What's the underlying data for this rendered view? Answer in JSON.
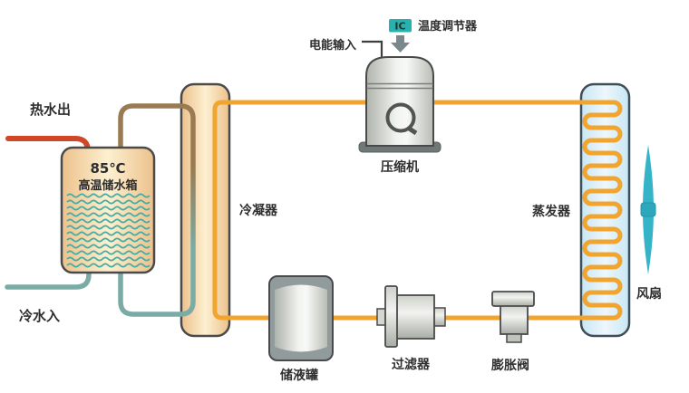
{
  "diagram": {
    "type": "heat-pump-water-heater-schematic",
    "labels": {
      "hot_water_out": "热水出",
      "cold_water_in": "冷水入",
      "tank_temperature": "85℃",
      "tank_name": "高温储水箱",
      "condenser": "冷凝器",
      "power_input": "电能输入",
      "ic_chip": "IC",
      "temperature_controller": "温度调节器",
      "compressor": "压缩机",
      "evaporator": "蒸发器",
      "fan": "风扇",
      "liquid_receiver": "储液罐",
      "filter": "过滤器",
      "expansion_valve": "膨胀阀"
    },
    "colors": {
      "hot_water_pipe": "#d04727",
      "cold_water_pipe": "#7aaba4",
      "heated_water_pipe": "#9a7a52",
      "refrigerant_pipe": "#f1a42e",
      "water_waves": "#43aca4",
      "ic_badge_bg": "#26b3af",
      "fan_blade": "#35b4c7",
      "condenser_fill": "#f5d9a8",
      "evaporator_fill": "#cde9f6"
    }
  }
}
